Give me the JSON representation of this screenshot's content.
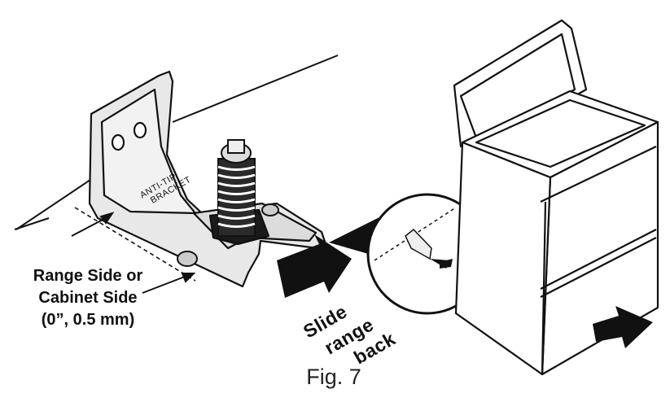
{
  "bracket": {
    "line1": "ANTI-TIP",
    "line2": "BRACKET"
  },
  "side_label": {
    "line1": "Range Side or",
    "line2": "Cabinet Side",
    "line3": "(0”, 0.5 mm)"
  },
  "slide_label": {
    "line1": "Slide",
    "line2": "range",
    "line3": "back"
  },
  "caption": "Fig. 7",
  "colors": {
    "ink": "#111111",
    "bracket": "#e6e6e6",
    "range": "#ffffff",
    "spring": "#2a2a2a"
  }
}
